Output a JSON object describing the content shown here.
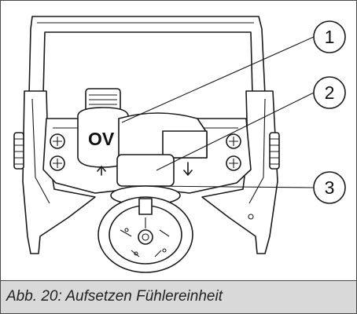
{
  "figure": {
    "caption": "Abb. 20: Aufsetzen Fühlereinheit",
    "valve_marking": "OV",
    "callouts": [
      "1",
      "2",
      "3"
    ],
    "colors": {
      "frame": "#4a4a4a",
      "caption_background": "#d9d9d9",
      "line": "#1a1a1a"
    }
  }
}
